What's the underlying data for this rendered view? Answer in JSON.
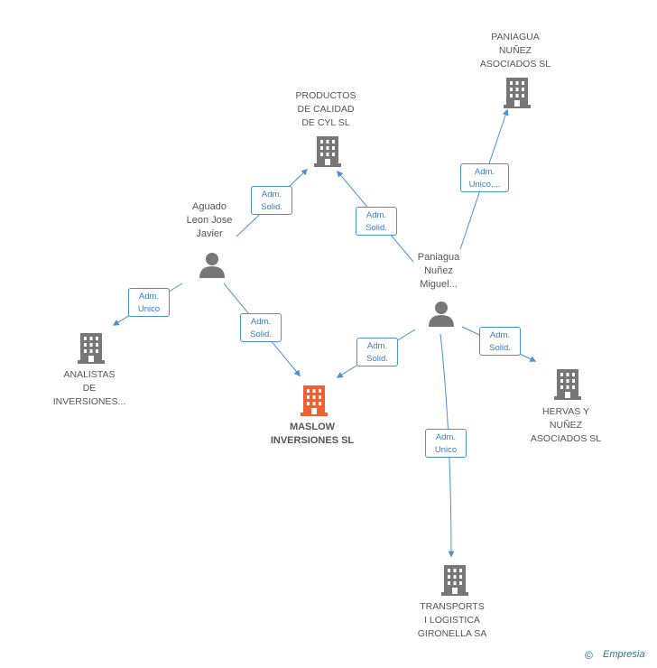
{
  "companies": {
    "paniagua_nunez": "PANIAGUA\nNUÑEZ\nASOCIADOS  SL",
    "productos": "PRODUCTOS\nDE CALIDAD\nDE CYL  SL",
    "analistas": "ANALISTAS\nDE\nINVERSIONES...",
    "maslow": "MASLOW\nINVERSIONES SL",
    "hervas": "HERVAS Y\nNUÑEZ\nASOCIADOS SL",
    "transports": "TRANSPORTS\nI LOGISTICA\nGIRONELLA SA"
  },
  "persons": {
    "aguado": "Aguado\nLeon Jose\nJavier",
    "paniagua": "Paniagua\nNuñez\nMiguel..."
  },
  "roles": {
    "r1": "Adm.\nSolid.",
    "r2": "Adm.\nUnico",
    "r3": "Adm.\nSolid.",
    "r4": "Adm.\nSolid.",
    "r5": "Adm.\nUnico,...",
    "r6": "Adm.\nSolid.",
    "r7": "Adm.\nSolid.",
    "r8": "Adm.\nUnico"
  },
  "footer": {
    "copyright": "©",
    "brand": "Empresia"
  },
  "colors": {
    "edge": "#4a90d9",
    "building": "#777777",
    "main_building": "#f06030",
    "person": "#777777"
  }
}
